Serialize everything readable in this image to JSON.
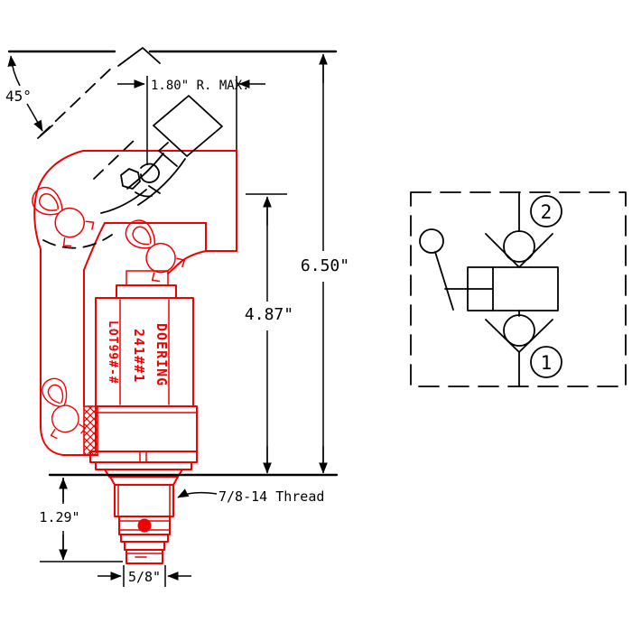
{
  "drawing": {
    "dimension_labels": {
      "angle": "45°",
      "handle_radius": "1.80\" R. MAX.",
      "overall_height": "6.50\"",
      "height_to_mount": "4.87\"",
      "thread_length": "1.29\"",
      "tip_width": "5/8\"",
      "thread_callout": "7/8-14 Thread"
    },
    "part_markings": {
      "brand": "DOERING",
      "model": "241##1",
      "lot": "LOT99#-#"
    },
    "colors": {
      "part_outline": "#f20000",
      "annotation": "#000000"
    }
  },
  "schematic": {
    "port_top_label": "2",
    "port_bottom_label": "1"
  }
}
